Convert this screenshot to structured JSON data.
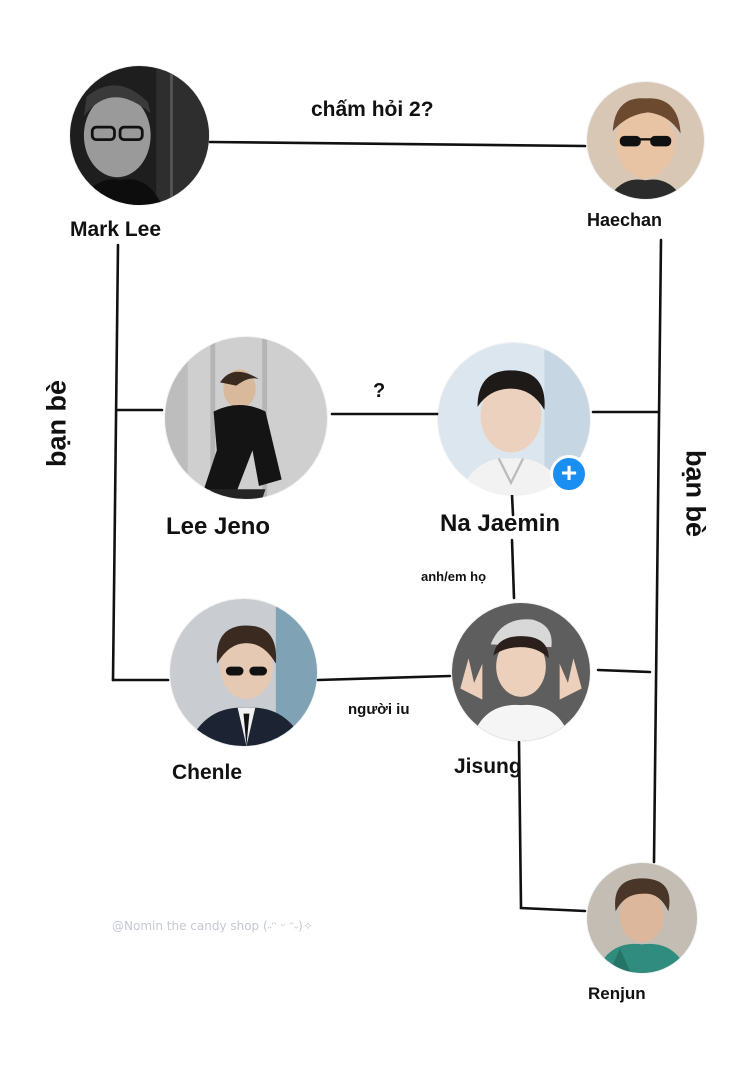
{
  "people": {
    "mark_lee": {
      "name": "Mark Lee"
    },
    "haechan": {
      "name": "Haechan"
    },
    "lee_jeno": {
      "name": "Lee Jeno"
    },
    "na_jaemin": {
      "name": "Na Jaemin"
    },
    "chenle": {
      "name": "Chenle"
    },
    "jisung": {
      "name": "Jisung"
    },
    "renjun": {
      "name": "Renjun"
    }
  },
  "relations": {
    "mark_haechan": "chấm hỏi 2?",
    "jeno_jaemin": "?",
    "jaemin_jisung": "anh/em họ",
    "chenle_jisung": "người iu",
    "left_column": "bạn bè",
    "right_column": "bạn bè"
  },
  "watermark": "@Nomin the candy shop (˶ᵔ ᵕ ᵔ˶)✧",
  "icons": {
    "add_badge": "plus-icon"
  },
  "colors": {
    "line": "#111111",
    "badge": "#1b8ef2",
    "watermark": "#c4c8d2"
  }
}
